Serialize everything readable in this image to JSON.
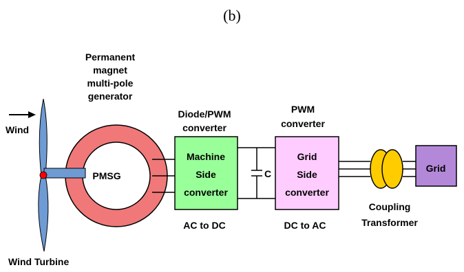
{
  "caption": "(b)",
  "wind": {
    "label": "Wind"
  },
  "turbine": {
    "label": "Wind Turbine"
  },
  "generator": {
    "label_lines": [
      "Permanent",
      "magnet",
      "multi-pole",
      "generator"
    ],
    "core_label": "PMSG"
  },
  "machine_converter": {
    "top_lines": [
      "Diode/PWM",
      "converter"
    ],
    "box_lines": [
      "Machine",
      "Side",
      "converter"
    ],
    "bottom_label": "AC to DC"
  },
  "capacitor": {
    "label": "C"
  },
  "grid_converter": {
    "top_lines": [
      "PWM",
      "converter"
    ],
    "box_lines": [
      "Grid",
      "Side",
      "converter"
    ],
    "bottom_label": "DC to AC"
  },
  "transformer": {
    "label_lines": [
      "Coupling",
      "Transformer"
    ]
  },
  "grid": {
    "label": "Grid"
  },
  "colors": {
    "blade": "#6f9bd4",
    "hub": "#ff0000",
    "generator_ring": "#f07878",
    "machine_box": "#99ff99",
    "grid_box": "#ffccff",
    "transformer": "#ffcc00",
    "grid_box_fill": "#b388d9",
    "stroke": "#000000"
  }
}
